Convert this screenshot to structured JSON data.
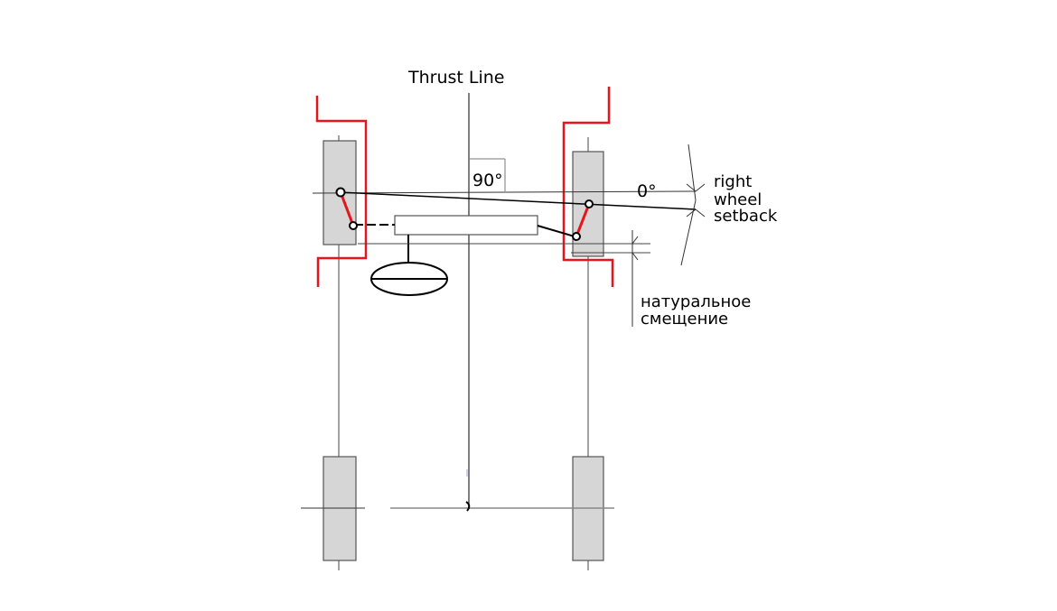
{
  "labels": {
    "thrust_line": "Thrust Line",
    "angle_90": "90°",
    "angle_0": "0°",
    "right_wheel_setback_line1": "right",
    "right_wheel_setback_line2": "wheel",
    "right_wheel_setback_line3": "setback",
    "natural_offset_line1": "натуральное",
    "natural_offset_line2": "смещение"
  },
  "colors": {
    "frame": "#e8141c",
    "wheel_fill": "#d6d6d6",
    "wheel_stroke": "#555555",
    "line": "#000000",
    "axis": "#555555"
  }
}
